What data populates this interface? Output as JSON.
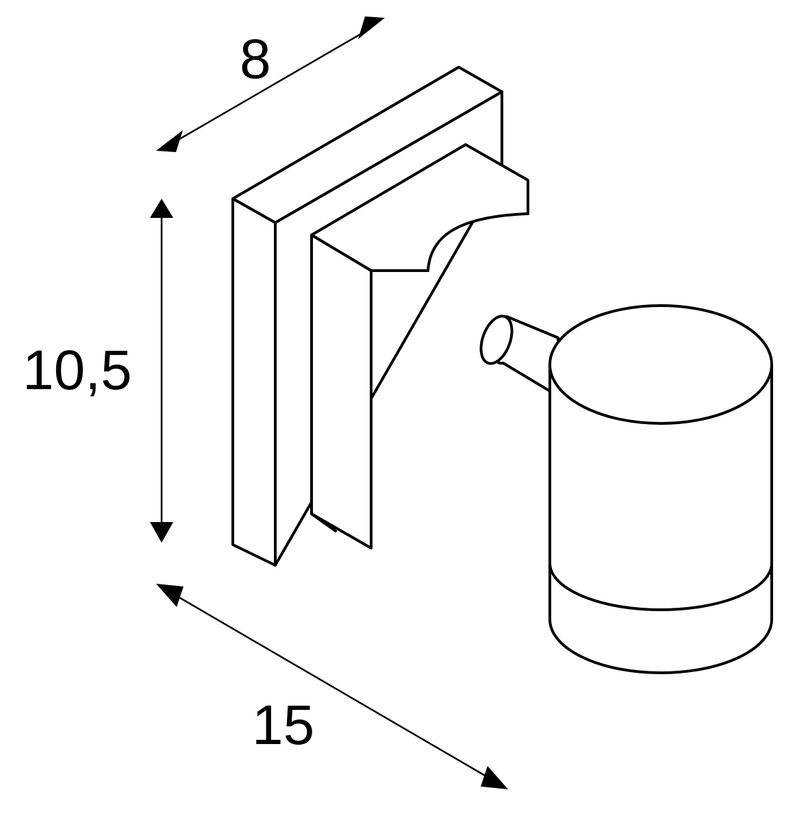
{
  "dimensions": {
    "depth": {
      "label": "8"
    },
    "height": {
      "label": "10,5"
    },
    "projection": {
      "label": "15"
    }
  },
  "colors": {
    "line": "#000000",
    "background": "#ffffff"
  }
}
